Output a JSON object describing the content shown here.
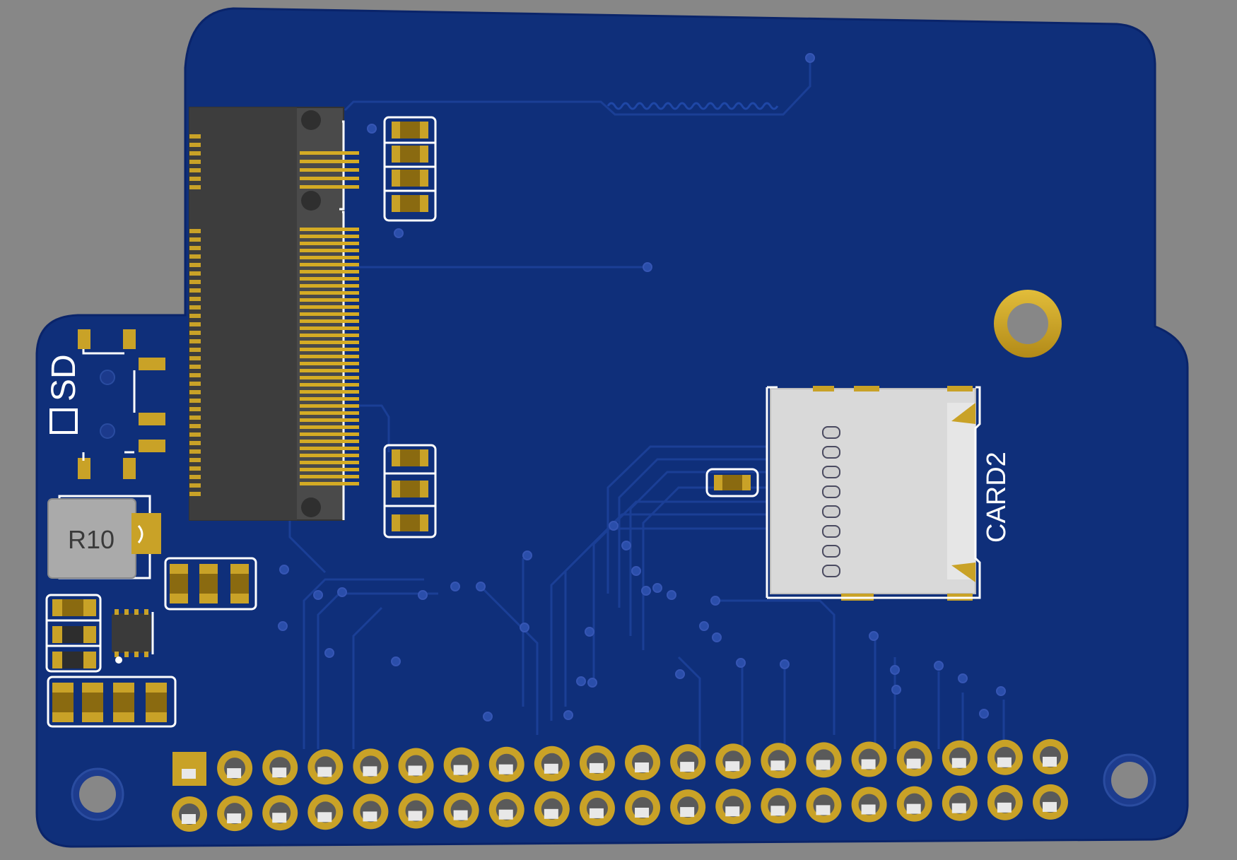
{
  "colors": {
    "background": "#878787",
    "board": "#0f2f7a",
    "trace": "#1b3f96",
    "gold": "#c9a227",
    "silkscreen": "#ffffff",
    "connector_body": "#4a4a4a",
    "card_socket": "#d9d9d9"
  },
  "silkscreen": {
    "sd_label": "SD",
    "card_label": "CARD2",
    "resistor_label": "R10"
  },
  "components": {
    "m2_connector": "m2-slot-connector",
    "micro_sd_socket": "microsd-card-socket",
    "gpio_header": "2x20-pin-header",
    "switch": "sd-select-switch",
    "inductor": "power-inductor",
    "ic": "small-outline-ic"
  },
  "header": {
    "columns": 20,
    "rows": 2
  }
}
